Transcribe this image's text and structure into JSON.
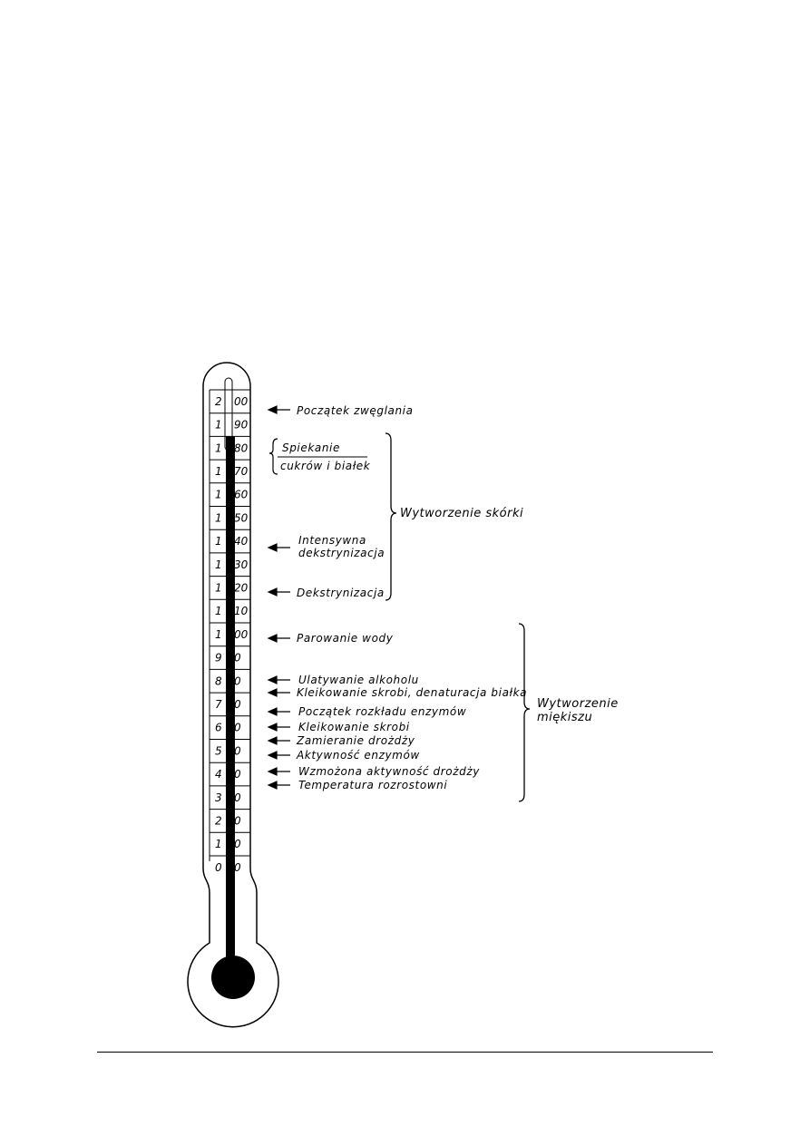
{
  "scale": {
    "hundreds": [
      "2",
      "1",
      "1",
      "1",
      "1",
      "1",
      "1",
      "1",
      "1",
      "1",
      "1",
      "9",
      "8",
      "7",
      "6",
      "5",
      "4",
      "3",
      "2",
      "1",
      "0"
    ],
    "tens": [
      "00",
      "90",
      "80",
      "70",
      "60",
      "50",
      "40",
      "30",
      "20",
      "10",
      "00",
      "0",
      "0",
      "0",
      "0",
      "0",
      "0",
      "0",
      "0",
      "0",
      "0"
    ],
    "reading": 180
  },
  "labels": {
    "carbonization": "Początek zwęglania",
    "sintering_1": "Spiekanie",
    "sintering_2": "cukrów i białek",
    "intensive_dextrin_1": "Intensywna",
    "intensive_dextrin_2": "dekstrynizacja",
    "dextrin": "Dekstrynizacja",
    "evaporation": "Parowanie wody",
    "alcohol": "Ulatywanie alkoholu",
    "gelatinization_denat": "Kleikowanie skrobi, denaturacja białka",
    "enzyme_breakdown": "Początek rozkładu enzymów",
    "gelatinization": "Kleikowanie skrobi",
    "yeast_dying": "Zamieranie drożdży",
    "enzyme_activity": "Aktywność enzymów",
    "yeast_boost": "Wzmożona aktywność drożdży",
    "proofing_temp": "Temperatura rozrostowni"
  },
  "groups": {
    "crust": "Wytworzenie skórki",
    "crumb_1": "Wytworzenie",
    "crumb_2": "miękiszu"
  }
}
